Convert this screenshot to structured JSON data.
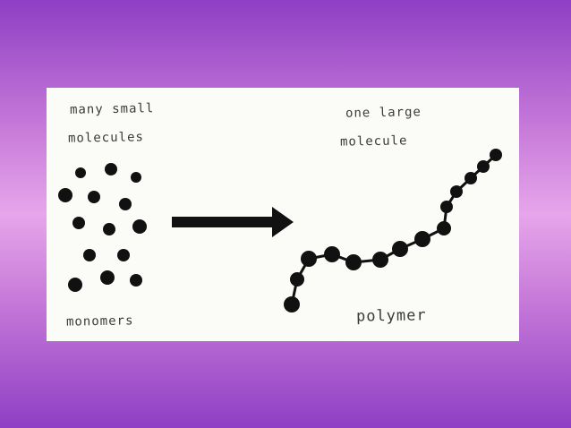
{
  "diagram": {
    "left_heading_line1": "many small",
    "left_heading_line2": "molecules",
    "right_heading_line1": "one large",
    "right_heading_line2": "molecule",
    "left_caption": "monomers",
    "right_caption": "polymer"
  },
  "colors": {
    "background_top": "#8e3fc4",
    "background_mid": "#e6a6ea",
    "panel": "#fbfbf8",
    "ink": "#111111"
  }
}
